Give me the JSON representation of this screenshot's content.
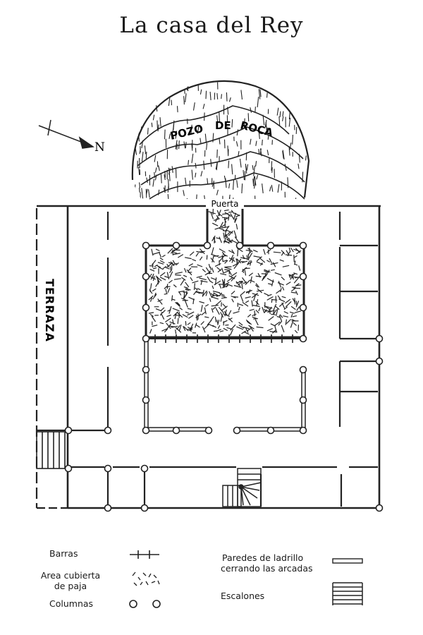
{
  "title": "La casa del Rey",
  "compass": {
    "label": "N"
  },
  "labels": {
    "pozo": [
      "POZO",
      "DE",
      "ROCA"
    ],
    "puerta": "Puerta",
    "terraza": "TERRAZA"
  },
  "legend": {
    "barras": "Barras",
    "area_line1": "Area cubierta",
    "area_line2": "de paja",
    "columnas": "Columnas",
    "paredes_line1": "Paredes de ladrillo",
    "paredes_line2": "cerrando las arcadas",
    "escalones": "Escalones"
  }
}
